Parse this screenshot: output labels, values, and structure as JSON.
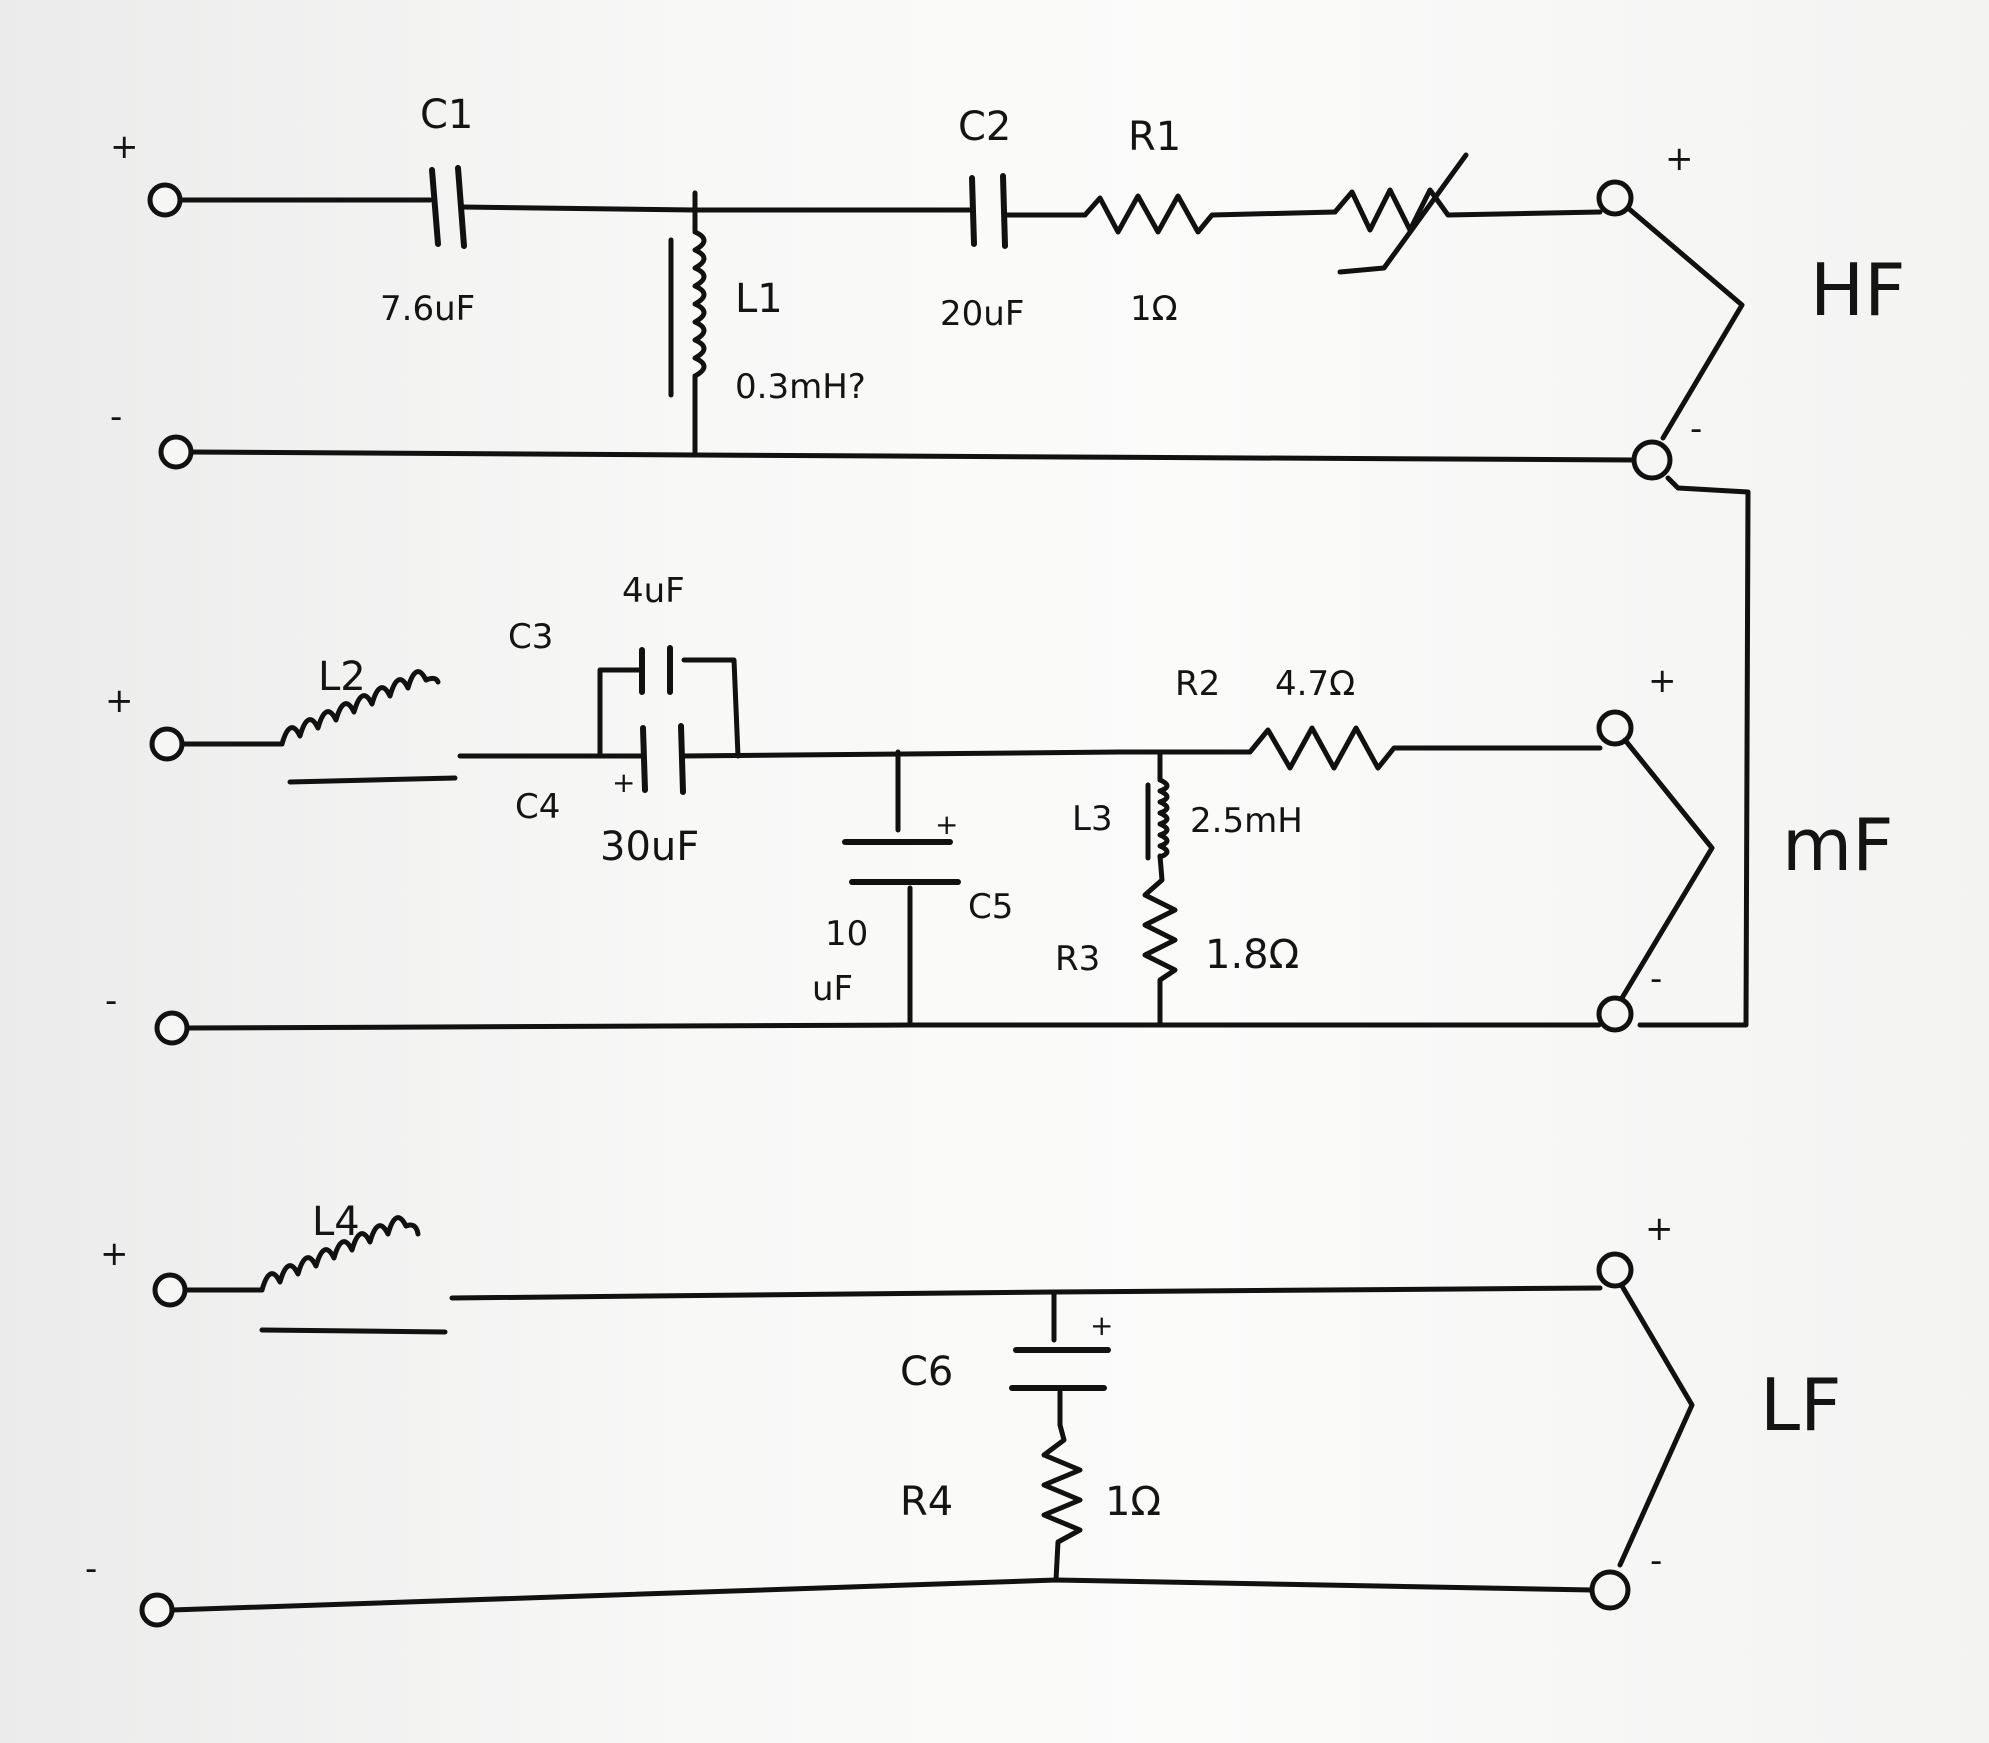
{
  "hf": {
    "name": "HF",
    "plus": "+",
    "minus": "-",
    "c1": {
      "ref": "C1",
      "value": "7.6uF"
    },
    "l1": {
      "ref": "L1",
      "value": "0.3mH?"
    },
    "c2": {
      "ref": "C2",
      "value": "20uF"
    },
    "r1": {
      "ref": "R1",
      "value": "1Ω"
    }
  },
  "mf": {
    "name": "mF",
    "plus": "+",
    "minus": "-",
    "l2": {
      "ref": "L2"
    },
    "c3": {
      "ref": "C3",
      "value": "4uF"
    },
    "c4": {
      "ref": "C4",
      "value": "30uF",
      "polarity": "+"
    },
    "c5": {
      "ref": "C5",
      "value_top": "10",
      "value_bottom": "uF",
      "polarity": "+"
    },
    "l3": {
      "ref": "L3",
      "value": "2.5mH"
    },
    "r2": {
      "ref": "R2",
      "value": "4.7Ω"
    },
    "r3": {
      "ref": "R3",
      "value": "1.8Ω"
    }
  },
  "lf": {
    "name": "LF",
    "plus": "+",
    "minus": "-",
    "l4": {
      "ref": "L4"
    },
    "c6": {
      "ref": "C6",
      "polarity": "+"
    },
    "r4": {
      "ref": "R4",
      "value": "1Ω"
    }
  }
}
